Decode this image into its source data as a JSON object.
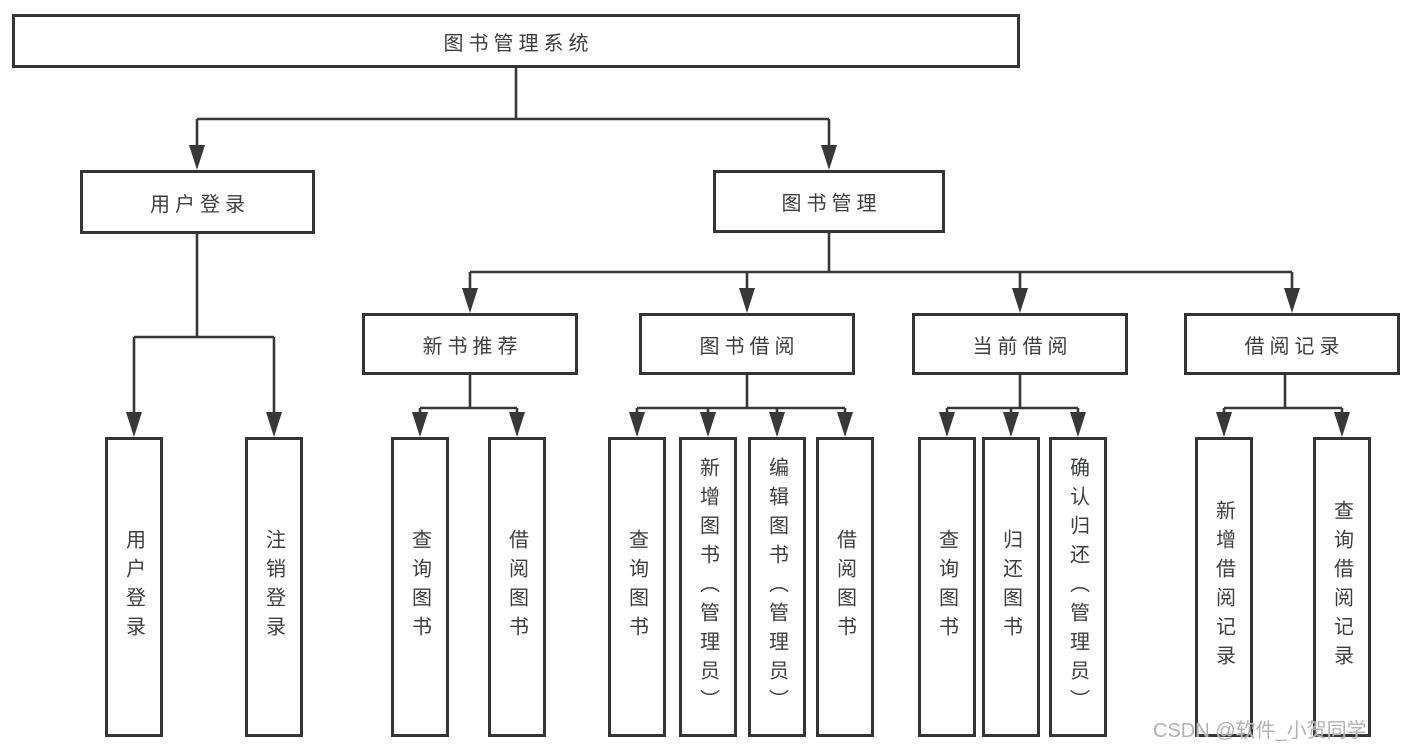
{
  "diagram": {
    "type": "hierarchy-tree",
    "tree": {
      "root": {
        "label": "图书管理系统",
        "children": [
          {
            "label": "用户登录",
            "children": [
              {
                "label": "用户登录"
              },
              {
                "label": "注销登录"
              }
            ]
          },
          {
            "label": "图书管理",
            "children": [
              {
                "label": "新书推荐",
                "children": [
                  {
                    "label": "查询图书"
                  },
                  {
                    "label": "借阅图书"
                  }
                ]
              },
              {
                "label": "图书借阅",
                "children": [
                  {
                    "label": "查询图书"
                  },
                  {
                    "label": "新增图书（管理员）"
                  },
                  {
                    "label": "编辑图书（管理员）"
                  },
                  {
                    "label": "借阅图书"
                  }
                ]
              },
              {
                "label": "当前借阅",
                "children": [
                  {
                    "label": "查询图书"
                  },
                  {
                    "label": "归还图书"
                  },
                  {
                    "label": "确认归还（管理员）"
                  }
                ]
              },
              {
                "label": "借阅记录",
                "children": [
                  {
                    "label": "新增借阅记录"
                  },
                  {
                    "label": "查询借阅记录"
                  }
                ]
              }
            ]
          }
        ]
      }
    },
    "colors": {
      "background": "#ffffff",
      "box_border": "#333436",
      "connector_line": "#383838",
      "text": "#3d3e40",
      "watermark_text": "#b1b1b1"
    }
  },
  "watermark": {
    "text": "CSDN @软件_小贺同学"
  }
}
